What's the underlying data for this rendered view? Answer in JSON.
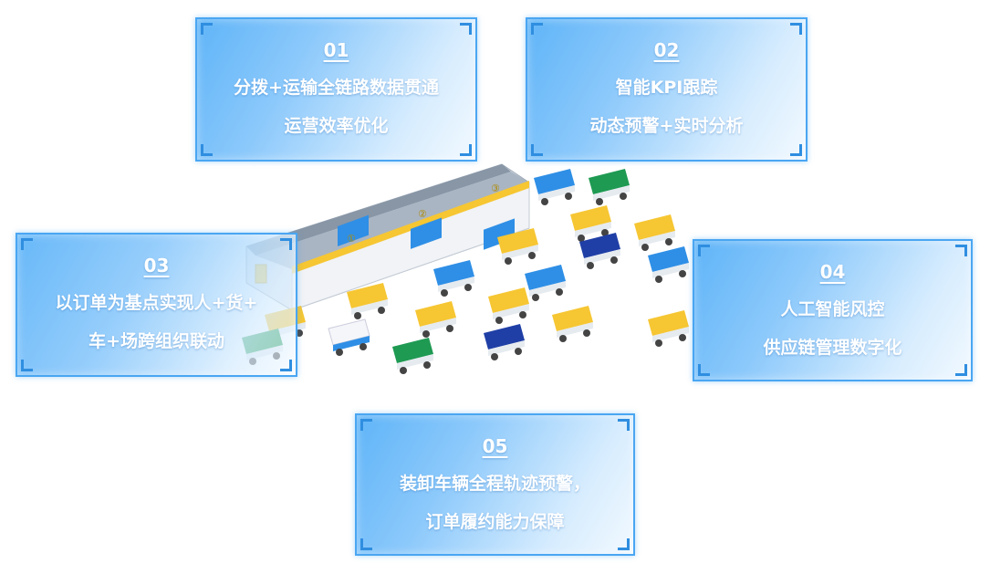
{
  "cards": [
    {
      "num": "01",
      "line1": "分拨+运输全链路数据贯通",
      "line2": "运营效率优化"
    },
    {
      "num": "02",
      "line1": "智能KPI跟踪",
      "line2": "动态预警+实时分析"
    },
    {
      "num": "03",
      "line1": "以订单为基点实现人+货+",
      "line2": "车+场跨组织联动"
    },
    {
      "num": "04",
      "line1": "人工智能风控",
      "line2": "供应链管理数字化"
    },
    {
      "num": "05",
      "line1": "装卸车辆全程轨迹预警，",
      "line2": "订单履约能力保障"
    }
  ],
  "warehouse": {
    "dock_numbers": [
      "①",
      "②",
      "③"
    ]
  },
  "colors": {
    "card_border": "#4aa6f2",
    "truck_yellow": "#f6c633",
    "truck_blue": "#2f8fe6",
    "truck_green": "#1e9a52",
    "truck_navy": "#1f3fa6",
    "roof": "#8896a6"
  }
}
